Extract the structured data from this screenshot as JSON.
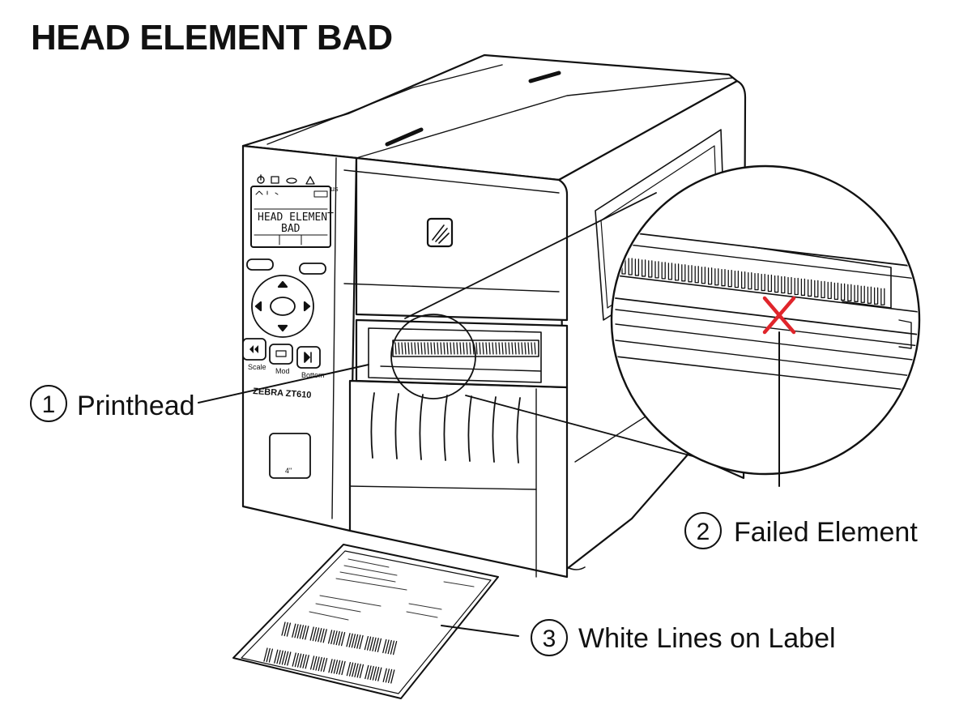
{
  "title": "HEAD ELEMENT BAD",
  "printer": {
    "brand_text": "ZEBRA ZT610",
    "lcd": {
      "line1": "HEAD ELEMENT",
      "line2": "BAD"
    },
    "status_label": "Status",
    "button_labels": {
      "left": "Scale",
      "mid": "Mod",
      "right": "Bottom"
    },
    "slot_label": "4\""
  },
  "callouts": [
    {
      "number": "1",
      "label": "Printhead"
    },
    {
      "number": "2",
      "label": "Failed Element"
    },
    {
      "number": "3",
      "label": "White Lines on Label"
    }
  ],
  "colors": {
    "line": "#111111",
    "failed_mark": "#e0252b",
    "background": "#ffffff"
  },
  "icons": [
    "power-icon",
    "media-icon",
    "ribbon-icon",
    "warning-icon",
    "zebra-logo-icon",
    "failed-x-icon"
  ]
}
